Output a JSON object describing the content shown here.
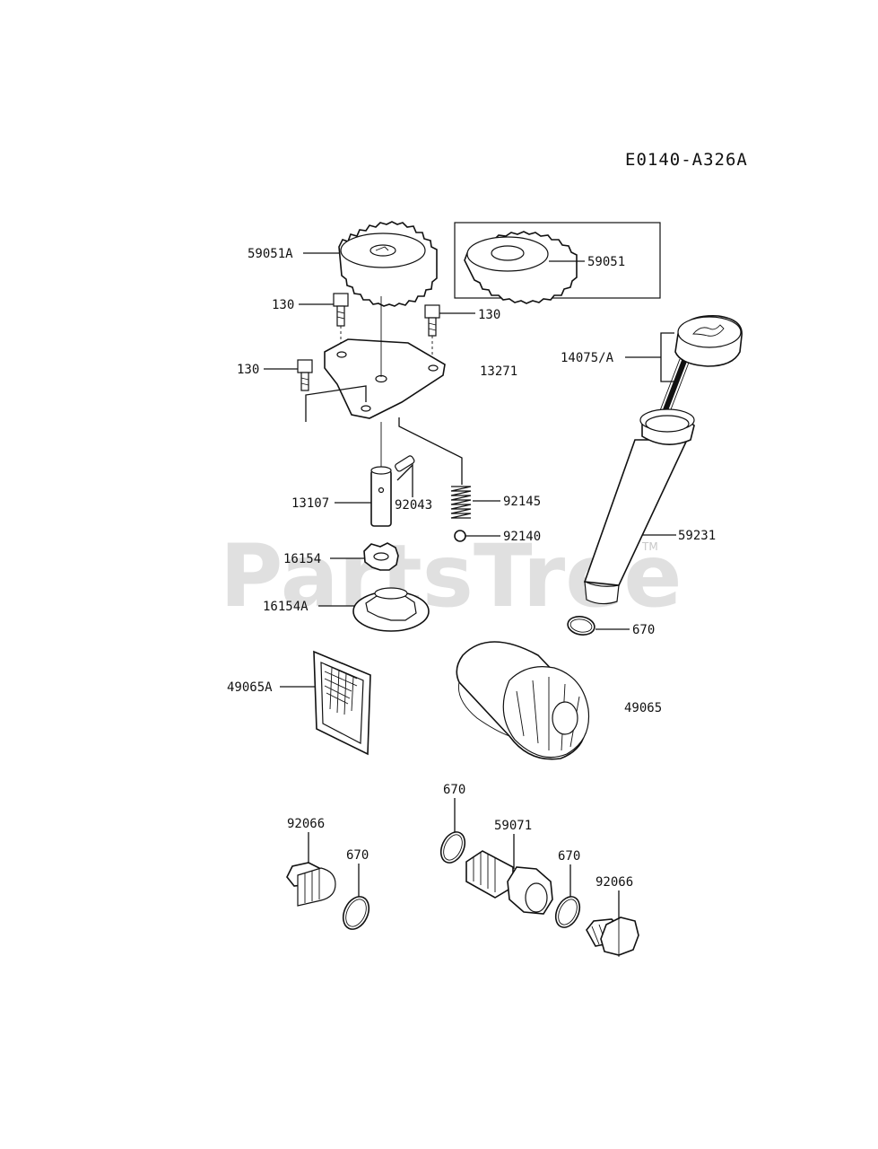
{
  "diagram": {
    "code": "E0140-A326A",
    "watermark": "PartsTree",
    "watermark_tm": "TM"
  },
  "labels": {
    "p59051A": "59051A",
    "p59051": "59051",
    "p130_a": "130",
    "p130_b": "130",
    "p130_c": "130",
    "p13271": "13271",
    "p14075A": "14075/A",
    "p13107": "13107",
    "p92043": "92043",
    "p92145": "92145",
    "p92140": "92140",
    "p16154": "16154",
    "p16154A": "16154A",
    "p59231": "59231",
    "p670_a": "670",
    "p49065A": "49065A",
    "p49065": "49065",
    "p670_b": "670",
    "p59071": "59071",
    "p92066_a": "92066",
    "p670_c": "670",
    "p670_d": "670",
    "p92066_b": "92066"
  }
}
